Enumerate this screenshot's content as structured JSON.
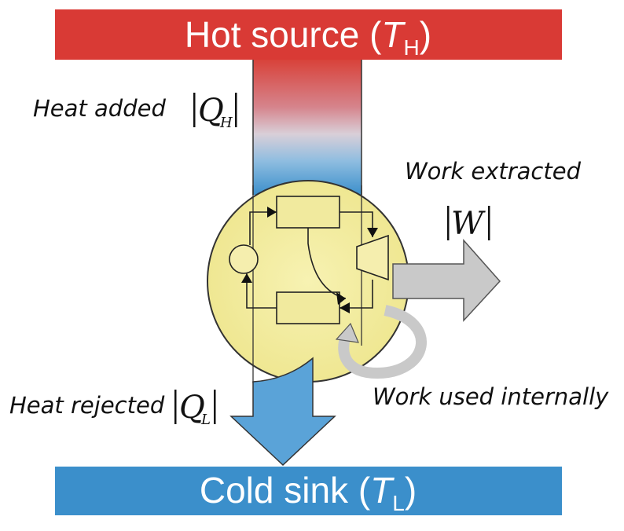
{
  "source": {
    "label": "Hot source (",
    "symbol": "T",
    "subscript": "H",
    "suffix": ")"
  },
  "sink": {
    "label": "Cold sink (",
    "symbol": "T",
    "subscript": "L",
    "suffix": ")"
  },
  "labels": {
    "heat_added": "Heat added",
    "heat_rejected": "Heat rejected",
    "work_extracted": "Work extracted",
    "work_internal": "Work used internally"
  },
  "math": {
    "qh_symbol": "Q",
    "qh_sub": "H",
    "ql_symbol": "Q",
    "ql_sub": "L",
    "w_symbol": "W"
  },
  "colors": {
    "hot": "#d93a35",
    "cold": "#3b8fcb",
    "engine": "#f3eda1",
    "arrow_gray": "#c9c9c9"
  }
}
